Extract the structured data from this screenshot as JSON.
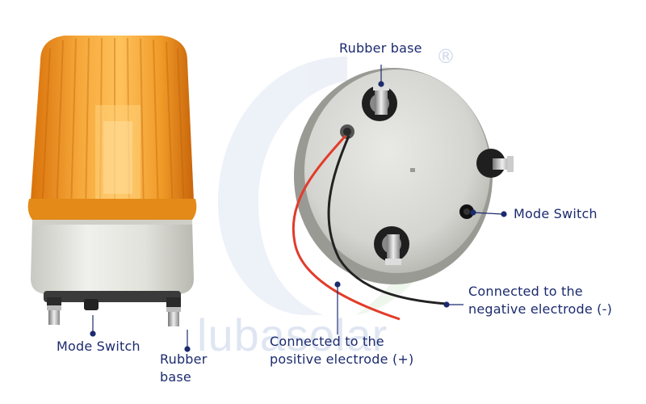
{
  "watermark": {
    "text": "lubasolar",
    "registered_mark": "®"
  },
  "labels": {
    "rubber_base_top": "Rubber base",
    "mode_switch_right": "Mode Switch",
    "negative_line1": "Connected to the",
    "negative_line2": "negative electrode (-)",
    "positive_line1": "Connected to the",
    "positive_line2": "positive electrode (+)",
    "mode_switch_left": "Mode Switch",
    "rubber_base_bottom_line1": "Rubber",
    "rubber_base_bottom_line2": "base"
  },
  "colors": {
    "label_text": "#1c2b6e",
    "leader_line": "#1c2b6e",
    "lens_orange": "#f0a020",
    "housing_grey": "#e6e6e2",
    "wire_red": "#e23b2a",
    "wire_black": "#222222",
    "watermark": "#dfe6f2"
  }
}
